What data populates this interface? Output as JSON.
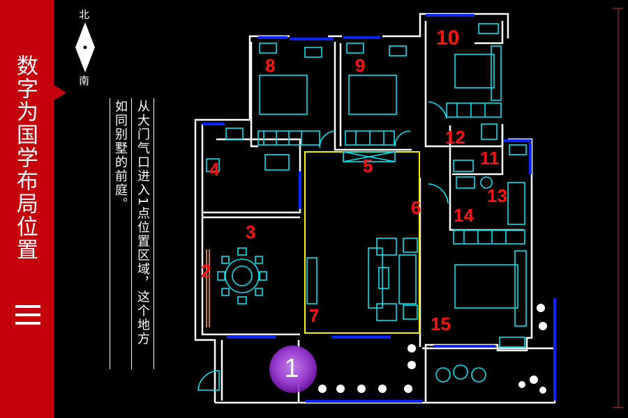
{
  "sidebar": {
    "title": "数字为国学布局位置",
    "roman_numeral": "三",
    "color": "#c4000b"
  },
  "compass": {
    "north": "北",
    "south": "南"
  },
  "caption": {
    "column1": "从大门气口进入1点位置区域，这个地方",
    "column2": "如同别墅的前庭。"
  },
  "room_numbers": [
    "1",
    "2",
    "3",
    "4",
    "5",
    "6",
    "7",
    "8",
    "9",
    "10",
    "11",
    "12",
    "13",
    "14",
    "15"
  ],
  "colors": {
    "wall": "#ffffff",
    "window": "#0a23ff",
    "furniture": "#00e5f0",
    "zone_outline": "#f5f500",
    "number": "#ff1212",
    "marker": "#9a3fd0"
  }
}
